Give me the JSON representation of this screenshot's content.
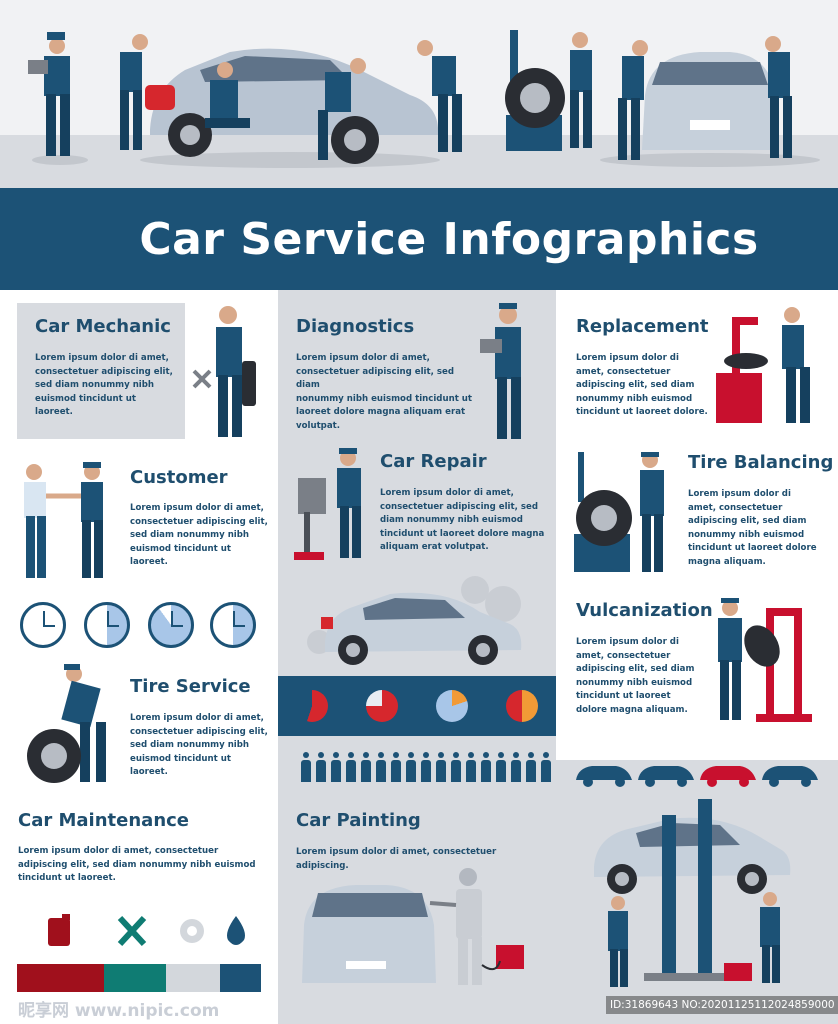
{
  "title": "Car Service Infographics",
  "sections": {
    "car_mechanic": {
      "heading": "Car Mechanic",
      "lines": [
        "Lorem ipsum dolor di amet,",
        "consectetuer adipiscing elit,",
        "sed diam nonummy nibh",
        "euismod tincidunt ut",
        "laoreet."
      ]
    },
    "diagnostics": {
      "heading": "Diagnostics",
      "lines": [
        "Lorem ipsum dolor di amet,",
        "consectetuer adipiscing elit, sed diam",
        "nonummy nibh euismod tincidunt ut",
        "laoreet dolore magna aliquam erat",
        "volutpat."
      ]
    },
    "replacement": {
      "heading": "Replacement",
      "lines": [
        "Lorem ipsum dolor di",
        "amet, consectetuer",
        "adipiscing elit, sed diam",
        "nonummy nibh euismod",
        "tincidunt ut laoreet dolore."
      ]
    },
    "customer": {
      "heading": "Customer",
      "lines": [
        "Lorem ipsum dolor di amet,",
        "consectetuer adipiscing elit,",
        "sed diam nonummy nibh",
        "euismod tincidunt ut",
        "laoreet."
      ]
    },
    "car_repair": {
      "heading": "Car Repair",
      "lines": [
        "Lorem ipsum dolor di amet,",
        "consectetuer adipiscing elit, sed",
        "diam nonummy nibh euismod",
        "tincidunt ut laoreet dolore magna",
        "aliquam erat volutpat."
      ]
    },
    "tire_balancing": {
      "heading": "Tire Balancing",
      "lines": [
        "Lorem ipsum dolor di",
        "amet, consectetuer",
        "adipiscing elit, sed diam",
        "nonummy nibh euismod",
        "tincidunt ut laoreet dolore",
        "magna aliquam."
      ]
    },
    "vulcanization": {
      "heading": "Vulcanization",
      "lines": [
        "Lorem ipsum dolor di",
        "amet, consectetuer",
        "adipiscing elit, sed diam",
        "nonummy nibh euismod",
        "tincidunt ut laoreet",
        "dolore magna aliquam."
      ]
    },
    "tire_service": {
      "heading": "Tire Service",
      "lines": [
        "Lorem ipsum dolor di amet,",
        "consectetuer adipiscing elit,",
        "sed diam nonummy nibh",
        "euismod tincidunt ut",
        "laoreet."
      ]
    },
    "car_maintenance": {
      "heading": "Car Maintenance",
      "lines": [
        "Lorem ipsum dolor di amet, consectetuer",
        "adipiscing elit, sed diam nonummy nibh euismod",
        "tincidunt ut laoreet."
      ]
    },
    "car_painting": {
      "heading": "Car Painting",
      "lines": [
        "Lorem ipsum dolor di amet, consectetuer adipiscing."
      ]
    }
  },
  "clocks": [
    {
      "icon": "clock-icon",
      "fill": 0.0
    },
    {
      "icon": "clock-icon",
      "fill": 0.5
    },
    {
      "icon": "clock-icon",
      "fill": 0.9
    },
    {
      "icon": "clock-icon",
      "fill": 0.5
    }
  ],
  "pie_icons": [
    {
      "color_a": "#d6272d",
      "color_b": "#1c5276",
      "share": 0.55
    },
    {
      "color_a": "#d6272d",
      "color_b": "#e9edf2",
      "share": 0.75
    },
    {
      "color_a": "#f19a36",
      "color_b": "#a8c6e8",
      "share": 0.2
    },
    {
      "color_a": "#f19a36",
      "color_b": "#d6272d",
      "share": 0.5
    }
  ],
  "people_count": 17,
  "maintenance_icons": [
    "fuel-can-icon",
    "wrench-cross-icon",
    "gear-icon",
    "oil-drop-icon"
  ],
  "maintenance_colors": [
    "#a0101c",
    "#0f7c73",
    "#d3d7dc",
    "#1c5276"
  ],
  "colors": {
    "navy": "#1c5276",
    "text": "#1f4e6e",
    "light_gray": "#d8dbe0",
    "red": "#c8102e"
  },
  "watermark": {
    "left": "昵享网 www.nipic.com",
    "right": "ID:31869643 NO:20201125112024859000"
  }
}
